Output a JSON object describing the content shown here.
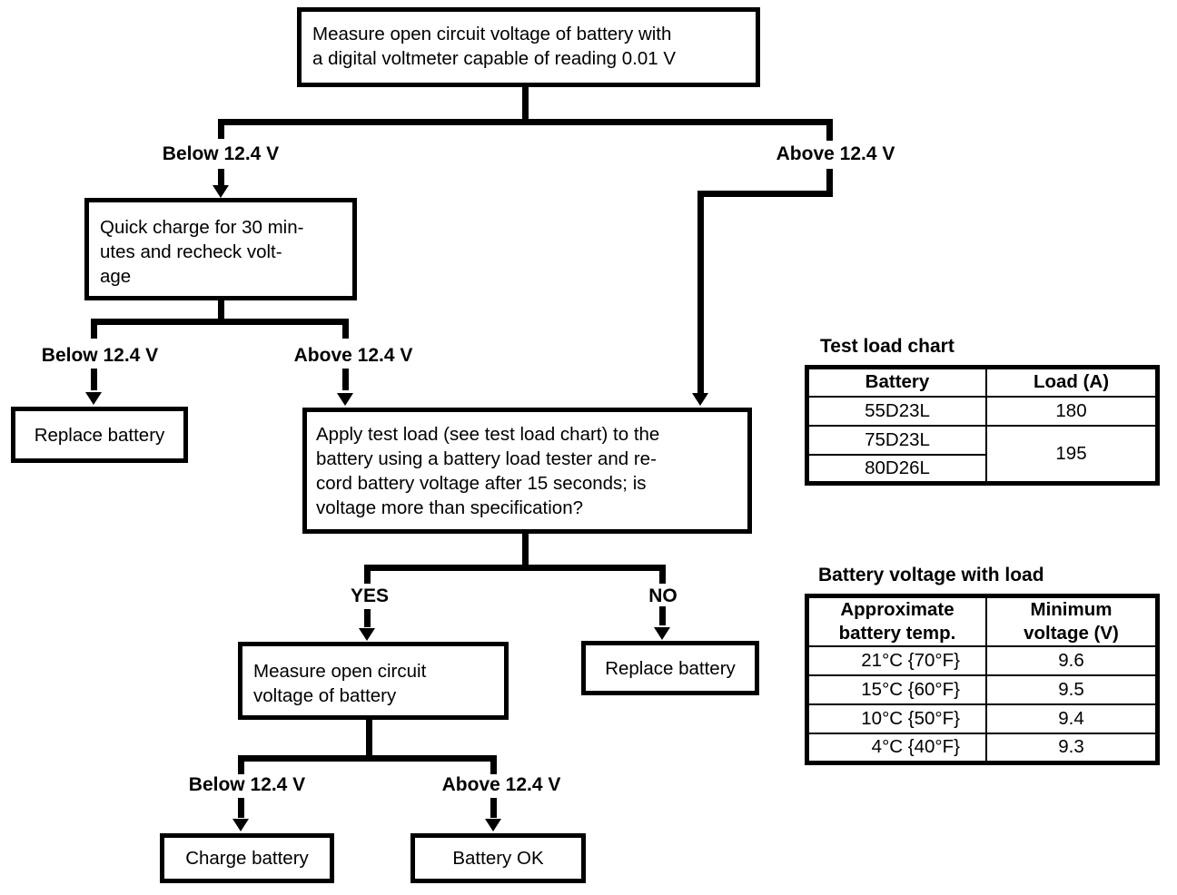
{
  "nodes": {
    "measure_ocv": "Measure open circuit voltage of battery with\na digital voltmeter capable of reading 0.01 V",
    "quick_charge": "Quick charge for 30 min-\nutes and recheck volt-\nage",
    "replace_battery_1": "Replace battery",
    "apply_test_load": "Apply test load (see test load chart) to the\nbattery using a battery load tester and re-\ncord battery voltage after 15 seconds; is\nvoltage more than specification?",
    "measure_ocv_2": "Measure open circuit\nvoltage of battery",
    "replace_battery_2": "Replace battery",
    "charge_battery": "Charge battery",
    "battery_ok": "Battery OK"
  },
  "edges": {
    "below_1": "Below 12.4 V",
    "above_1": "Above 12.4 V",
    "below_2": "Below 12.4 V",
    "above_2": "Above 12.4 V",
    "yes": "YES",
    "no": "NO",
    "below_3": "Below 12.4 V",
    "above_3": "Above 12.4 V"
  },
  "tables": {
    "test_load": {
      "title": "Test load chart",
      "headers": [
        "Battery",
        "Load (A)"
      ],
      "batteries": [
        "55D23L",
        "75D23L",
        "80D26L"
      ],
      "load_row1": "180",
      "load_rows2_3": "195"
    },
    "battery_voltage": {
      "title": "Battery voltage with load",
      "headers": [
        "Approximate\nbattery temp.",
        "Minimum\nvoltage (V)"
      ],
      "rows": [
        {
          "temp": "21°C {70°F}",
          "voltage": "9.6"
        },
        {
          "temp": "15°C {60°F}",
          "voltage": "9.5"
        },
        {
          "temp": "10°C {50°F}",
          "voltage": "9.4"
        },
        {
          "temp": "4°C {40°F}",
          "voltage": "9.3"
        }
      ]
    }
  },
  "colors": {
    "ink": "#000000",
    "paper": "#ffffff"
  }
}
